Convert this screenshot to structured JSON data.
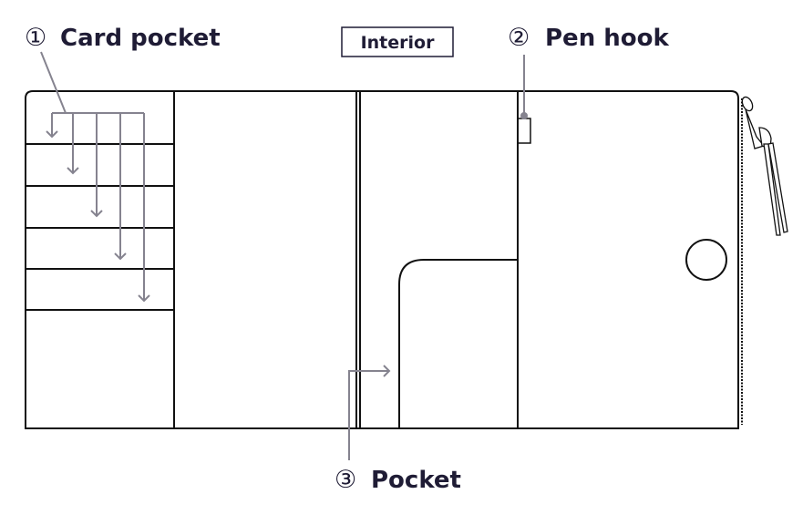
{
  "title": "Interior",
  "labels": {
    "card_pocket": {
      "number": "①",
      "text": "Card pocket"
    },
    "pen_hook": {
      "number": "②",
      "text": "Pen hook"
    },
    "pocket": {
      "number": "③",
      "text": "Pocket"
    }
  },
  "colors": {
    "text": "#1f1c35",
    "outline": "#111111",
    "callout": "#85838f"
  }
}
